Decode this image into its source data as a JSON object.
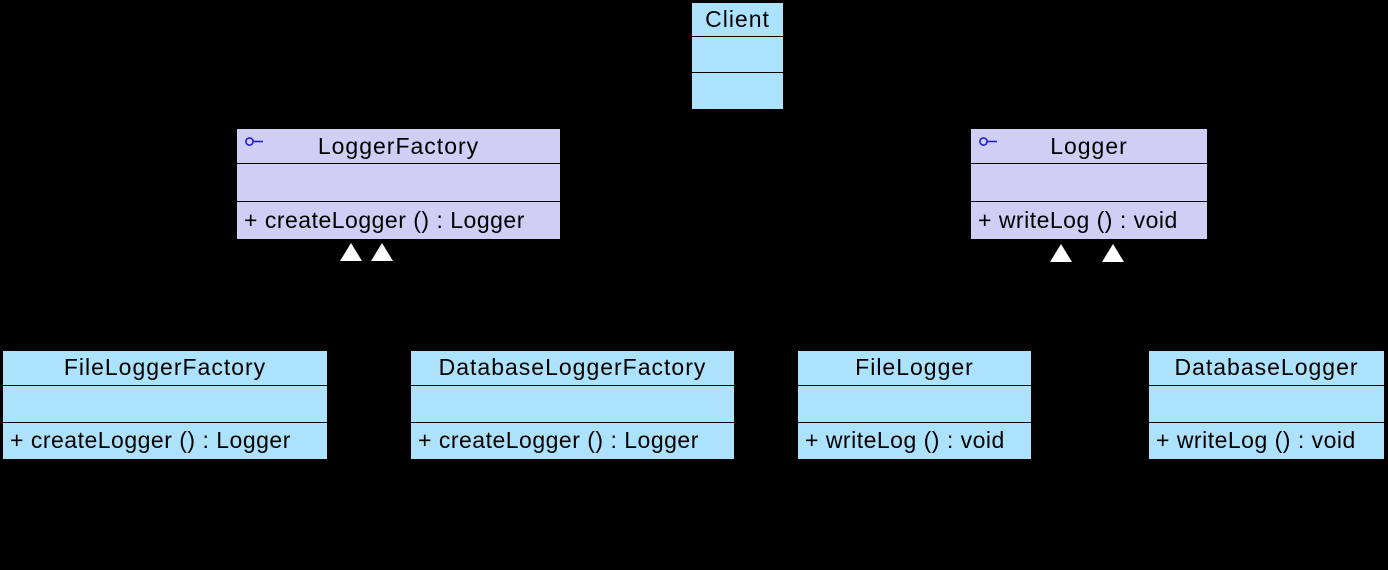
{
  "colors": {
    "background": "#000000",
    "class_fill": "#ACE2FB",
    "interface_fill": "#CFCEF5",
    "border": "#000000",
    "text": "#000000",
    "interface_lollipop_icon": "#2222CC",
    "arrowhead_fill": "#FFFFFF"
  },
  "classes": [
    {
      "name": "Client",
      "kind": "class",
      "attributes_text": "",
      "methods_text": ""
    },
    {
      "name": "LoggerFactory",
      "kind": "interface",
      "attributes_text": "",
      "methods_text": "+ createLogger () : Logger"
    },
    {
      "name": "Logger",
      "kind": "interface",
      "attributes_text": "",
      "methods_text": "+ writeLog () : void"
    },
    {
      "name": "FileLoggerFactory",
      "kind": "class",
      "attributes_text": "",
      "methods_text": "+ createLogger () : Logger"
    },
    {
      "name": "DatabaseLoggerFactory",
      "kind": "class",
      "attributes_text": "",
      "methods_text": "+ createLogger () : Logger"
    },
    {
      "name": "FileLogger",
      "kind": "class",
      "attributes_text": "",
      "methods_text": "+ writeLog () : void"
    },
    {
      "name": "DatabaseLogger",
      "kind": "class",
      "attributes_text": "",
      "methods_text": "+ writeLog () : void"
    }
  ],
  "icons": {
    "interface_icon": "lollipop-interface-icon",
    "arrowhead_icon": "generalization-arrowhead-icon"
  },
  "arrowheads": [
    {
      "under": "LoggerFactory",
      "shape": "white upward triangle"
    },
    {
      "under": "LoggerFactory",
      "shape": "white upward triangle"
    },
    {
      "under": "Logger",
      "shape": "white upward triangle"
    },
    {
      "under": "Logger",
      "shape": "white upward triangle"
    }
  ]
}
